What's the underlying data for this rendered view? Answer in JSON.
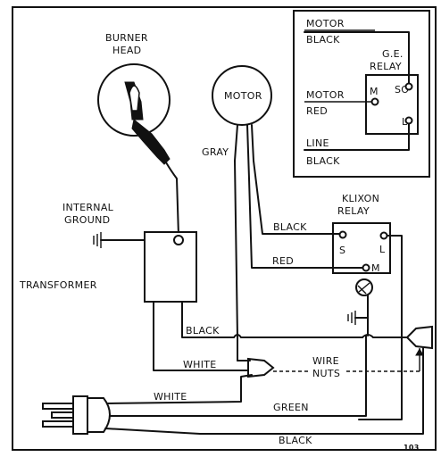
{
  "labels": {
    "burner_line1": "BURNER",
    "burner_line2": "HEAD",
    "motor_circle": "MOTOR",
    "gray": "GRAY",
    "internal_line1": "INTERNAL",
    "internal_line2": "GROUND",
    "transformer": "TRANSFORMER",
    "klixon_line1": "KLIXON",
    "klixon_line2": "RELAY",
    "klixon_s": "S",
    "klixon_l": "L",
    "klixon_m": "M",
    "black_motor": "BLACK",
    "red_motor": "RED",
    "black_transformer": "BLACK",
    "white_transformer": "WHITE",
    "wire_line1": "WIRE",
    "wire_line2": "NUTS",
    "white_plug": "WHITE",
    "green": "GREEN",
    "black_bottom": "BLACK",
    "page_number": "103"
  },
  "inset": {
    "motor_black_1": "MOTOR",
    "motor_black_2": "BLACK",
    "ge_line1": "G.E.",
    "ge_line2": "RELAY",
    "ge_so": "SO",
    "ge_m": "M",
    "ge_l": "L",
    "motor_red_1": "MOTOR",
    "motor_red_2": "RED",
    "line_black_1": "LINE",
    "line_black_2": "BLACK"
  },
  "colors": {
    "ink": "#111111",
    "paper": "#ffffff"
  }
}
